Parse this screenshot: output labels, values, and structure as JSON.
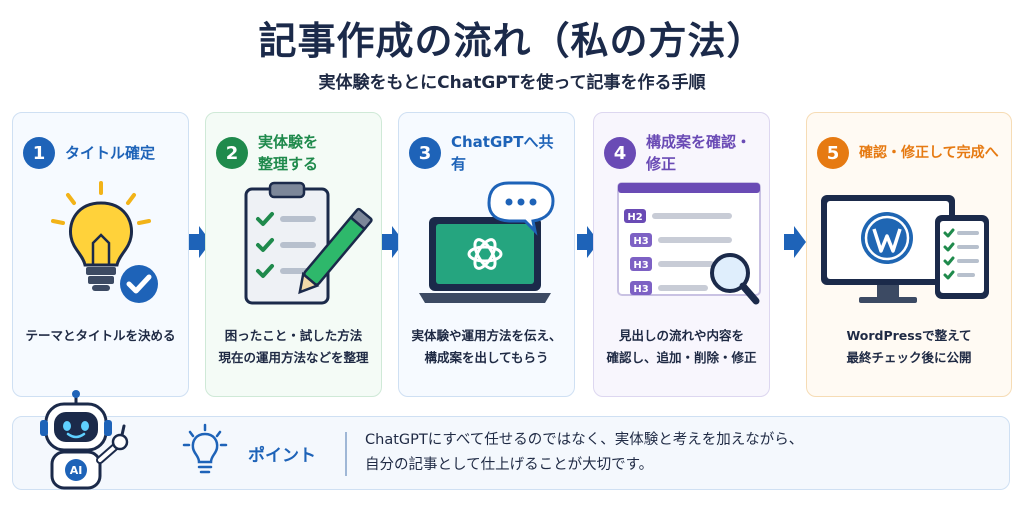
{
  "header": {
    "title": "記事作成の流れ（私の方法）",
    "subtitle": "実体験をもとにChatGPTを使って記事を作る手順"
  },
  "steps": [
    {
      "number": "1",
      "label": "タイトル確定",
      "caption": [
        "テーマとタイトルを決める"
      ],
      "color": "#1e63b8",
      "icon": "lightbulb-check-icon"
    },
    {
      "number": "2",
      "label": [
        "実体験を",
        "整理する"
      ],
      "caption": [
        "困ったこと・試した方法",
        "現在の運用方法などを整理"
      ],
      "color": "#1f8a4c",
      "icon": "clipboard-pencil-icon"
    },
    {
      "number": "3",
      "label": "ChatGPTへ共有",
      "caption": [
        "実体験や運用方法を伝え、",
        "構成案を出してもらう"
      ],
      "color": "#1e63b8",
      "icon": "laptop-chatgpt-icon"
    },
    {
      "number": "4",
      "label": "構成案を確認・修正",
      "caption": [
        "見出しの流れや内容を",
        "確認し、追加・削除・修正"
      ],
      "color": "#6a4bb5",
      "icon": "outline-magnifier-icon"
    },
    {
      "number": "5",
      "label": "確認・修正して完成へ",
      "caption": [
        "WordPressで整えて",
        "最終チェック後に公開"
      ],
      "color": "#e67a12",
      "icon": "wordpress-devices-icon"
    }
  ],
  "outline_tags": [
    "H2",
    "H3",
    "H3",
    "H3"
  ],
  "robot_badge": "AI",
  "point": {
    "label": "ポイント",
    "text": [
      "ChatGPTにすべて任せるのではなく、実体験と考えを加えながら、",
      "自分の記事として仕上げることが大切です。"
    ]
  },
  "colors": {
    "blue": "#1e63b8",
    "green": "#1f8a4c",
    "purple": "#6a4bb5",
    "orange": "#e67a12",
    "navy": "#1b2a4a"
  }
}
